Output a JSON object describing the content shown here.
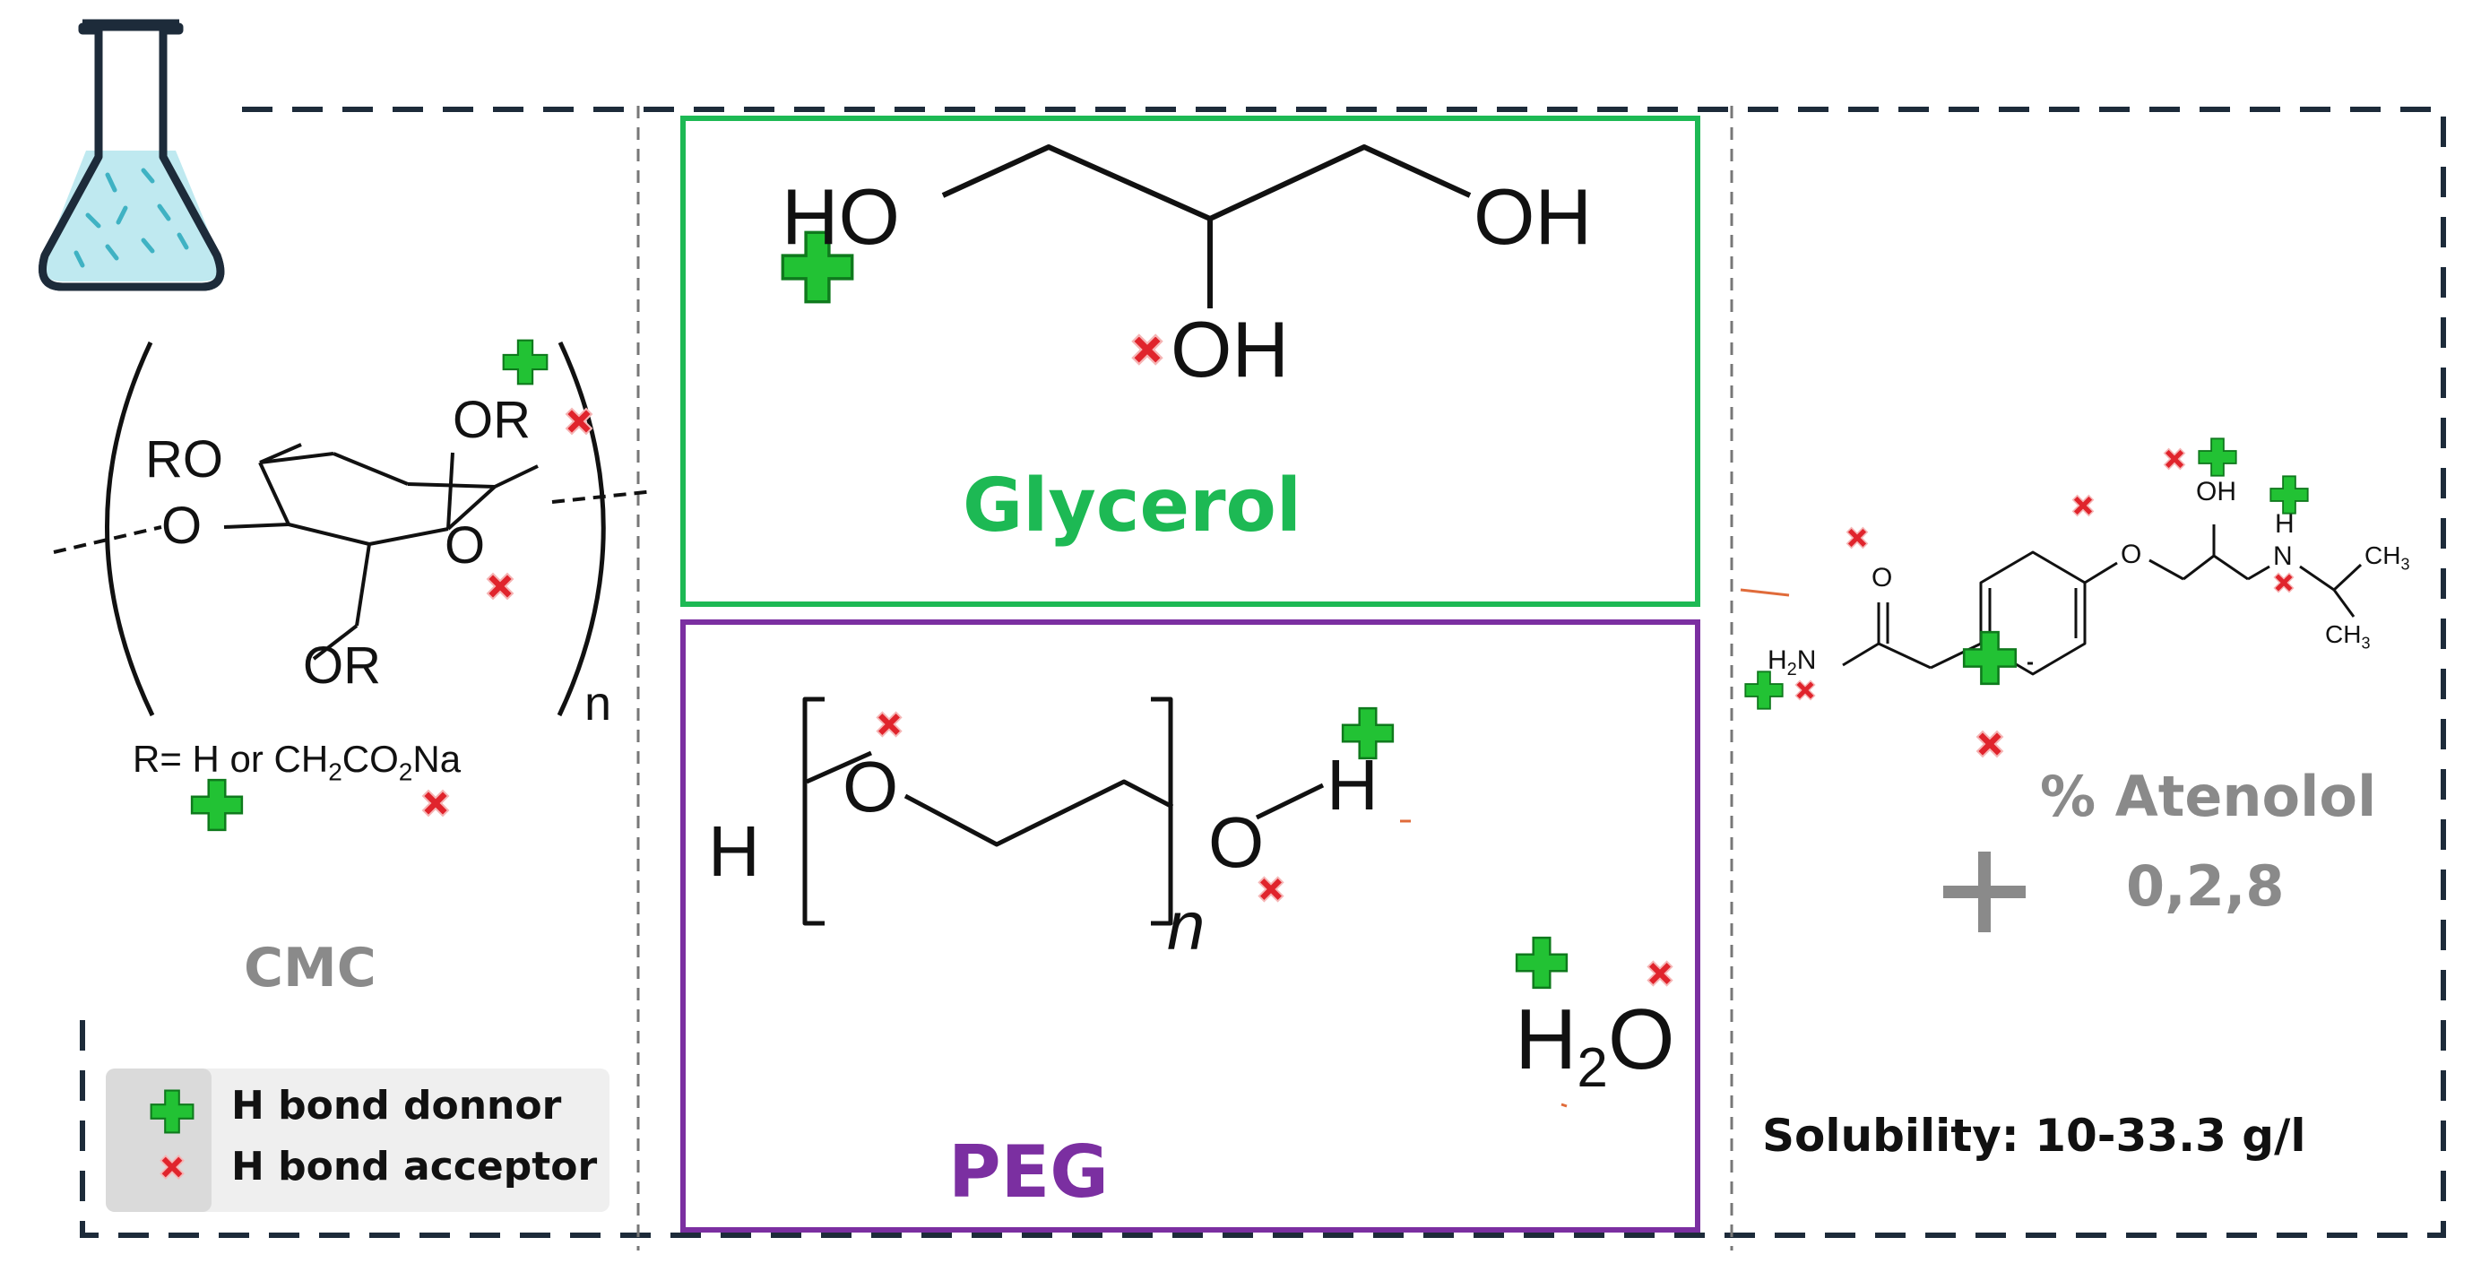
{
  "colors": {
    "glycerol": "#1db954",
    "peg": "#7b2fa1",
    "donor": "#22c234",
    "acceptor": "#e0242c",
    "dash": "#1d2b3a",
    "grey_text": "#8a8a8a",
    "flask_liquid": "#bfe9f0"
  },
  "cmc": {
    "label": "CMC",
    "ro_top": "RO",
    "or_top": "OR",
    "o_left": "O",
    "o_ring": "O",
    "or_bottom": "OR",
    "n": "n",
    "r_def": "R= H or CH",
    "sub2a": "2",
    "co": "CO",
    "sub2b": "2",
    "na": "Na"
  },
  "legend": {
    "donor_label": "H bond donnor",
    "acceptor_label": "H bond acceptor",
    "donor_icon": "green-plus-icon",
    "acceptor_icon": "red-x-icon"
  },
  "glycerol": {
    "title": "Glycerol",
    "ho": "HO",
    "oh_right": "OH",
    "oh_mid": "OH"
  },
  "peg": {
    "title": "PEG",
    "h_left": "H",
    "o_left": "O",
    "o_right": "O",
    "h_right": "H",
    "n": "n"
  },
  "water": {
    "h": "H",
    "sub": "2",
    "o": "O"
  },
  "atenolol": {
    "o_carbonyl": "O",
    "h2n": "H",
    "h2n_sub": "2",
    "h2n_n": "N",
    "o_ether": "O",
    "oh": "OH",
    "nh_h": "H",
    "nh_n": "N",
    "ch3_top": "CH",
    "ch3_top_sub": "3",
    "ch3_bot": "CH",
    "ch3_bot_sub": "3",
    "percent_line": "% Atenolol",
    "values_line": "0,2,8",
    "plus": "+",
    "solubility": "Solubility: 10-33.3 g/l"
  }
}
